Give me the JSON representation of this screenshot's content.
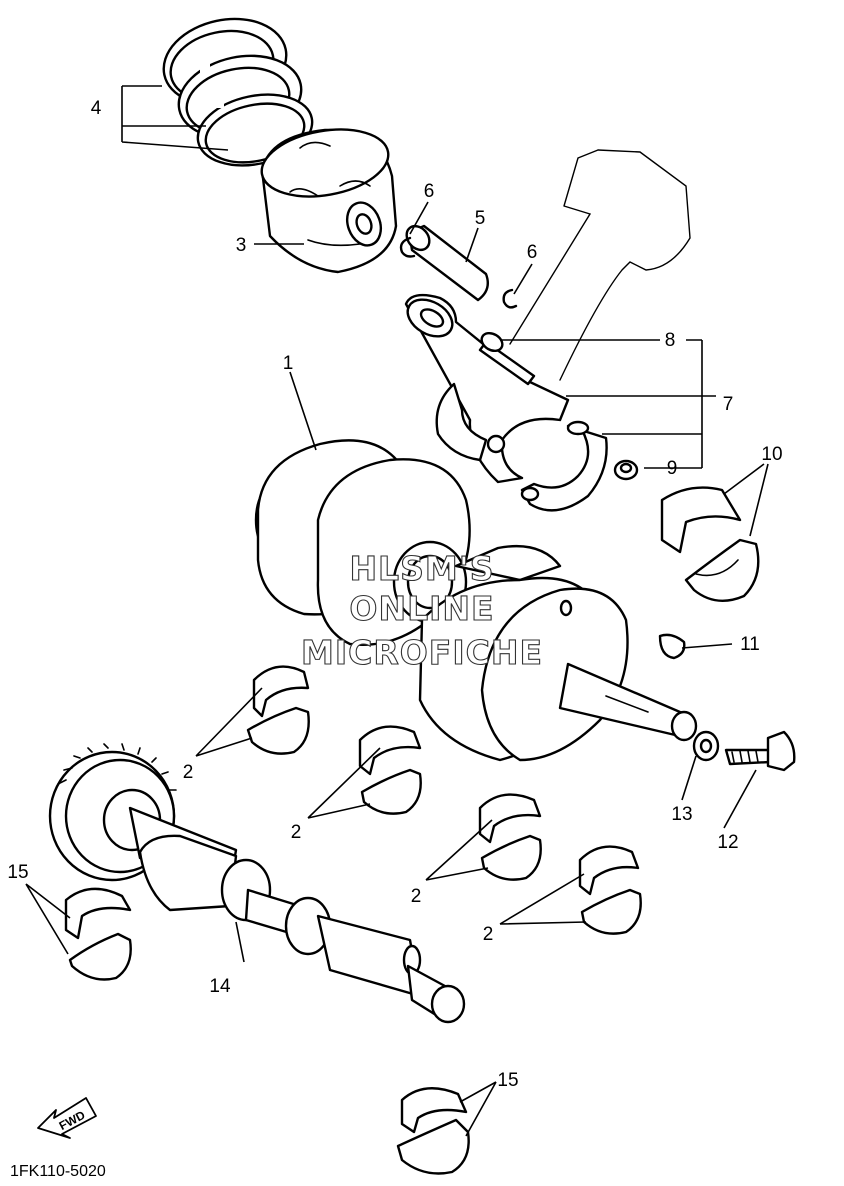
{
  "callouts": {
    "n1": "1",
    "n2a": "2",
    "n2b": "2",
    "n2c": "2",
    "n2d": "2",
    "n3": "3",
    "n4": "4",
    "n5": "5",
    "n6a": "6",
    "n6b": "6",
    "n7": "7",
    "n8": "8",
    "n9": "9",
    "n10": "10",
    "n11": "11",
    "n12": "12",
    "n13": "13",
    "n14": "14",
    "n15a": "15",
    "n15b": "15"
  },
  "watermark": [
    "HLSM'S",
    "ONLINE",
    "MICROFICHE"
  ],
  "footer": {
    "code": "1FK110-5020",
    "fwd": "FWD"
  },
  "icons": {
    "direction": "fwd-arrow-icon"
  }
}
